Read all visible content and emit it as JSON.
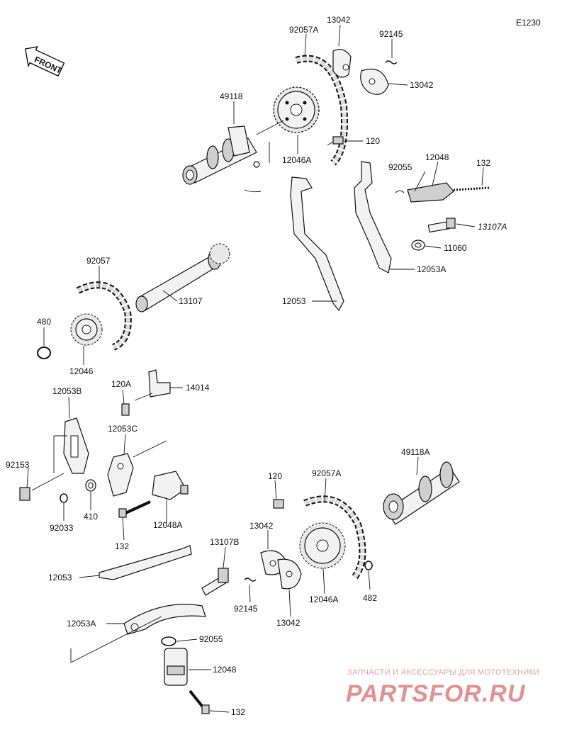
{
  "diagram": {
    "code": "E1230",
    "front_label": "FRONT"
  },
  "labels": {
    "p13042_top": "13042",
    "p92057A_top": "92057A",
    "p92145_top": "92145",
    "p13042_right": "13042",
    "p49118": "49118",
    "p120_top": "120",
    "p12046A_top": "12046A",
    "p92055_top": "92055",
    "p12048_top": "12048",
    "p132_top": "132",
    "p13107A": "13107A",
    "p11060": "11060",
    "p12053A_top": "12053A",
    "p92057": "92057",
    "p13107": "13107",
    "p12053_top": "12053",
    "p480": "480",
    "p12046": "12046",
    "p120A": "120A",
    "p14014": "14014",
    "p12053B": "12053B",
    "p12053C": "12053C",
    "p92153": "92153",
    "p92033": "92033",
    "p410": "410",
    "p132_mid": "132",
    "p12048A": "12048A",
    "p49118A": "49118A",
    "p120_bot": "120",
    "p92057A_bot": "92057A",
    "p13042_bot1": "13042",
    "p13107B": "13107B",
    "p12053_bot": "12053",
    "p92145_bot": "92145",
    "p13042_bot2": "13042",
    "p12046A_bot": "12046A",
    "p482": "482",
    "p12053A_bot": "12053A",
    "p92055_bot": "92055",
    "p12048_bot": "12048",
    "p132_bot": "132"
  },
  "watermark": {
    "tagline": "ЗАПЧАСТИ И АКСЕССУАРЫ ДЛЯ МОТОТЕХНИКИ",
    "brand": "PARTSFOR.RU"
  }
}
